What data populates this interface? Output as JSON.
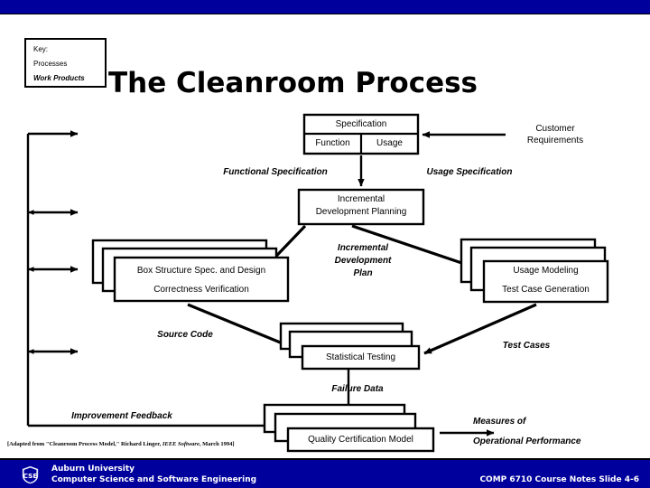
{
  "slide": {
    "title": "The Cleanroom Process",
    "top_bar_color": "#00009c",
    "bottom_bar_color": "#00009c"
  },
  "key": {
    "heading": "Key:",
    "processes_label": "Processes",
    "work_products_label": "Work Products"
  },
  "diagram": {
    "boxes": {
      "specification_title": "Specification",
      "specification_function": "Function",
      "specification_usage": "Usage",
      "incremental_planning_line1": "Incremental",
      "incremental_planning_line2": "Development Planning",
      "box_structure_line1": "Box Structure Spec. and Design",
      "box_structure_line2": "Correctness Verification",
      "usage_modeling_line1": "Usage Modeling",
      "usage_modeling_line2": "Test Case Generation",
      "statistical_testing": "Statistical Testing",
      "quality_certification": "Quality Certification Model"
    },
    "work_products": {
      "customer_requirements_line1": "Customer",
      "customer_requirements_line2": "Requirements",
      "functional_specification": "Functional Specification",
      "usage_specification": "Usage Specification",
      "incremental_dev_plan_line1": "Incremental",
      "incremental_dev_plan_line2": "Development",
      "incremental_dev_plan_line3": "Plan",
      "source_code": "Source Code",
      "test_cases": "Test Cases",
      "failure_data": "Failure Data",
      "improvement_feedback": "Improvement Feedback",
      "measures_line1": "Measures of",
      "measures_line2": "Operational Performance"
    }
  },
  "footnote": {
    "prefix": "[Adapted from ",
    "quoted": "\"Cleanroom Process Model,\" ",
    "author": "Richard Linger, ",
    "journal": "IEEE Software",
    "suffix": ", March 1994]"
  },
  "footer": {
    "university": "Auburn University",
    "department": "Computer Science and Software Engineering",
    "slide_label": "COMP 6710 Course Notes Slide 4-6"
  }
}
